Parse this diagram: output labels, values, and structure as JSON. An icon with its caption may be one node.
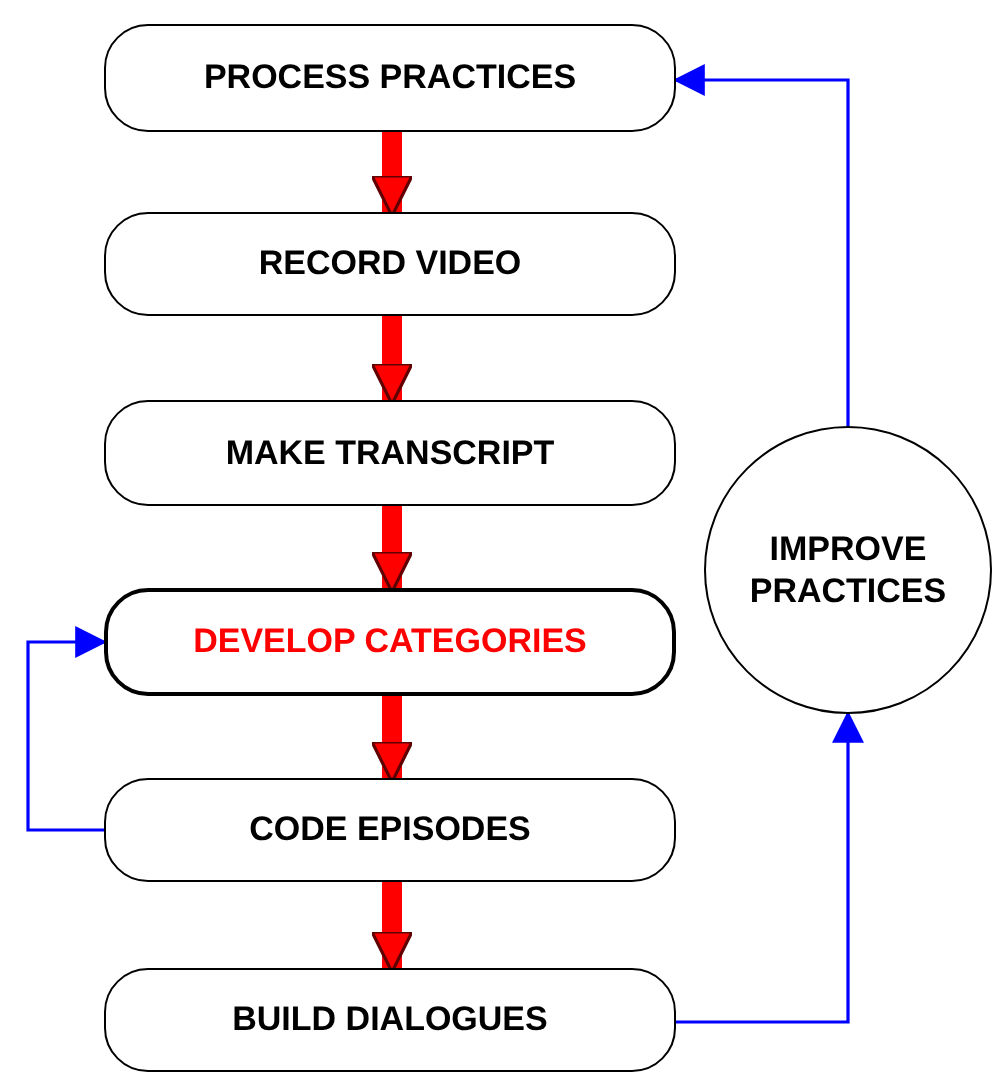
{
  "diagram": {
    "nodes": [
      {
        "text": [
          "PROCESS PRACTICES"
        ]
      },
      {
        "text": [
          "RECORD VIDEO"
        ]
      },
      {
        "text": [
          "MAKE TRANSCRIPT"
        ]
      },
      {
        "text": [
          "DEVELOP CATEGORIES"
        ]
      },
      {
        "text": [
          "CODE EPISODES"
        ]
      },
      {
        "text": [
          "BUILD DIALOGUES"
        ]
      },
      {
        "text": [
          "IMPROVE PRACTICES"
        ]
      }
    ],
    "edges": [
      {
        "from": 0,
        "to": 1,
        "arrow": "to"
      },
      {
        "from": 1,
        "to": 2,
        "arrow": "to"
      },
      {
        "from": 2,
        "to": 3,
        "arrow": "to"
      },
      {
        "from": 3,
        "to": 4,
        "arrow": "to"
      },
      {
        "from": 4,
        "to": 5,
        "arrow": "to"
      },
      {
        "from": 4,
        "to": 3,
        "arrow": "to",
        "color": "#0000ff"
      },
      {
        "from": 5,
        "to": 6,
        "arrow": "to",
        "color": "#0000ff"
      },
      {
        "from": 6,
        "to": 0,
        "arrow": "to",
        "color": "#0000ff"
      }
    ]
  }
}
